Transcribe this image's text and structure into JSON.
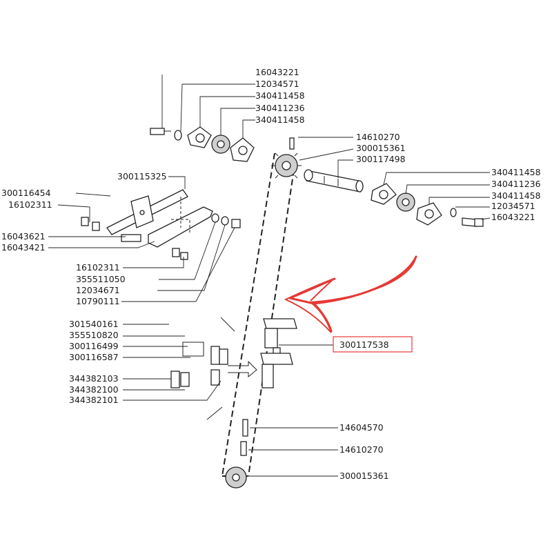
{
  "labels": {
    "top": [
      "16043221",
      "12034571",
      "340411458",
      "340411236",
      "340411458"
    ],
    "chain_top": [
      "14610270",
      "300015361",
      "300117498"
    ],
    "right": [
      "340411458",
      "340411236",
      "340411458",
      "12034571",
      "16043221"
    ],
    "bracket": "300115325",
    "left_upper": [
      "300116454",
      "16102311"
    ],
    "left_mid": [
      "16043621",
      "16043421"
    ],
    "left_lower": [
      "16102311",
      "355511050",
      "12034671",
      "10790111"
    ],
    "link_group": [
      "301540161",
      "355510820",
      "300116499",
      "300116587",
      "344382103",
      "344382100",
      "344382101"
    ],
    "highlighted": "300117538",
    "bottom": [
      "14604570",
      "14610270",
      "300015361"
    ]
  },
  "colors": {
    "highlight": "#e53935",
    "ink": "#222222"
  }
}
